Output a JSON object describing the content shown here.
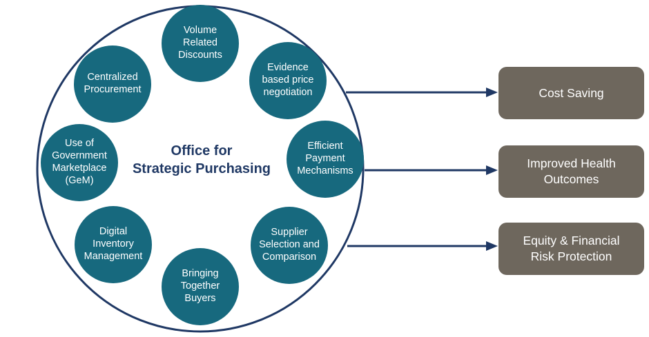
{
  "colors": {
    "teal": "#17697e",
    "navy": "#1f3864",
    "box": "#6e675d",
    "text-light": "#ffffff"
  },
  "diagram": {
    "hub": {
      "title_line1": "Office for",
      "title_line2": "Strategic Purchasing"
    },
    "nodes": [
      {
        "id": "volume-related-discounts",
        "label": "Volume Related Discounts"
      },
      {
        "id": "evidence-based-price-negotiation",
        "label": "Evidence based price negotiation"
      },
      {
        "id": "efficient-payment-mechanisms",
        "label": "Efficient Payment Mechanisms"
      },
      {
        "id": "supplier-selection-and-comparison",
        "label": "Supplier Selection and Comparison"
      },
      {
        "id": "bringing-together-buyers",
        "label": "Bringing Together Buyers"
      },
      {
        "id": "digital-inventory-management",
        "label": "Digital Inventory Management"
      },
      {
        "id": "use-of-government-marketplace-gem",
        "label": "Use of Government Marketplace (GeM)"
      },
      {
        "id": "centralized-procurement",
        "label": "Centralized Procurement"
      }
    ],
    "outcomes": [
      {
        "id": "cost-saving",
        "label": "Cost Saving"
      },
      {
        "id": "improved-health-outcomes",
        "label": "Improved Health Outcomes"
      },
      {
        "id": "equity-financial-risk-protection",
        "label": "Equity & Financial Risk Protection"
      }
    ]
  }
}
